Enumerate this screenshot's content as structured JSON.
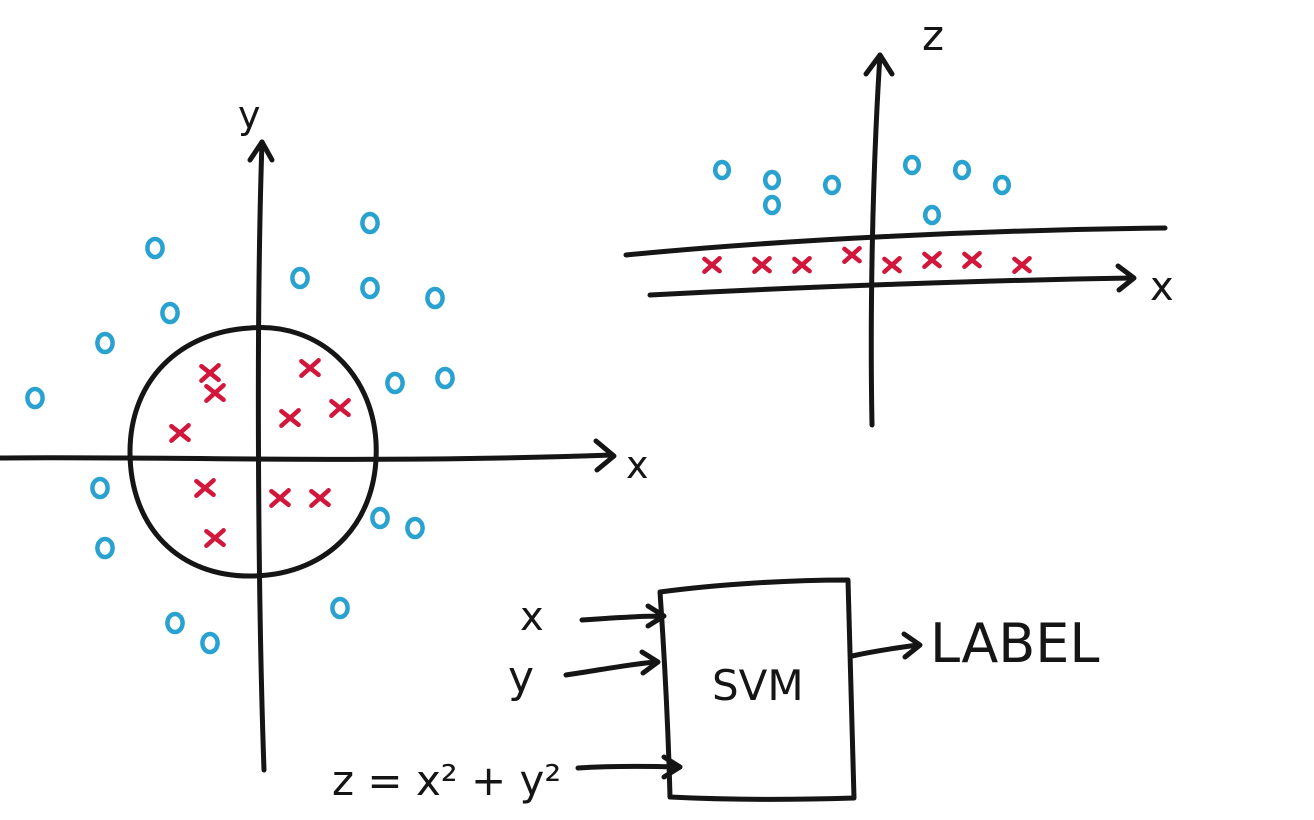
{
  "colors": {
    "ink": "#151515",
    "circle_class": "#2aa2d0",
    "cross_class": "#d1183c",
    "background": "#ffffff"
  },
  "original_space": {
    "axis_x_label": "x",
    "axis_y_label": "y"
  },
  "transformed_space": {
    "axis_x_label": "x",
    "axis_z_label": "z"
  },
  "pipeline": {
    "inputs": [
      "x",
      "y",
      "z = x² + y²"
    ],
    "box_label": "SVM",
    "output_label": "LABEL"
  },
  "chart_data": [
    {
      "type": "scatter",
      "title": "",
      "xlabel": "x",
      "ylabel": "y",
      "xlim": [
        -5.3,
        7.4
      ],
      "ylim": [
        -6.4,
        7.0
      ],
      "grid": false,
      "series": [
        {
          "marker": "o",
          "color": "#2aa2d0",
          "x": [
            -2.0,
            0.9,
            2.3,
            -1.7,
            2.3,
            3.6,
            -3.0,
            -4.4,
            2.8,
            3.8,
            -3.1,
            -3.0,
            2.5,
            3.2,
            -1.6,
            -0.9,
            1.7
          ],
          "y": [
            4.2,
            3.6,
            4.7,
            2.9,
            3.4,
            3.2,
            2.3,
            1.2,
            1.5,
            1.6,
            -0.6,
            -1.8,
            -1.2,
            -1.4,
            -3.3,
            -3.7,
            -3.0
          ]
        },
        {
          "marker": "x",
          "color": "#d1183c",
          "x": [
            -0.9,
            -0.8,
            1.1,
            -1.5,
            0.7,
            1.7,
            -1.0,
            0.5,
            1.3,
            -0.8
          ],
          "y": [
            1.7,
            1.3,
            1.8,
            0.5,
            0.8,
            1.0,
            -0.6,
            -0.8,
            -0.8,
            -1.6
          ]
        }
      ]
    },
    {
      "type": "scatter",
      "title": "",
      "xlabel": "x",
      "ylabel": "z",
      "xlim": [
        -2.5,
        3.0
      ],
      "ylim": [
        -1.5,
        3.6
      ],
      "grid": false,
      "series": [
        {
          "marker": "o",
          "color": "#2aa2d0",
          "x": [
            -1.5,
            -1.0,
            -0.4,
            -1.0,
            0.4,
            0.9,
            1.3,
            0.6
          ],
          "y": [
            2.3,
            2.1,
            2.0,
            1.6,
            2.4,
            2.3,
            2.0,
            1.4
          ]
        },
        {
          "marker": "x",
          "color": "#d1183c",
          "x": [
            -1.6,
            -1.1,
            -0.7,
            -0.2,
            0.2,
            0.6,
            1.0,
            1.5
          ],
          "y": [
            0.4,
            0.4,
            0.4,
            0.6,
            0.4,
            0.5,
            0.5,
            0.4
          ]
        }
      ]
    }
  ]
}
